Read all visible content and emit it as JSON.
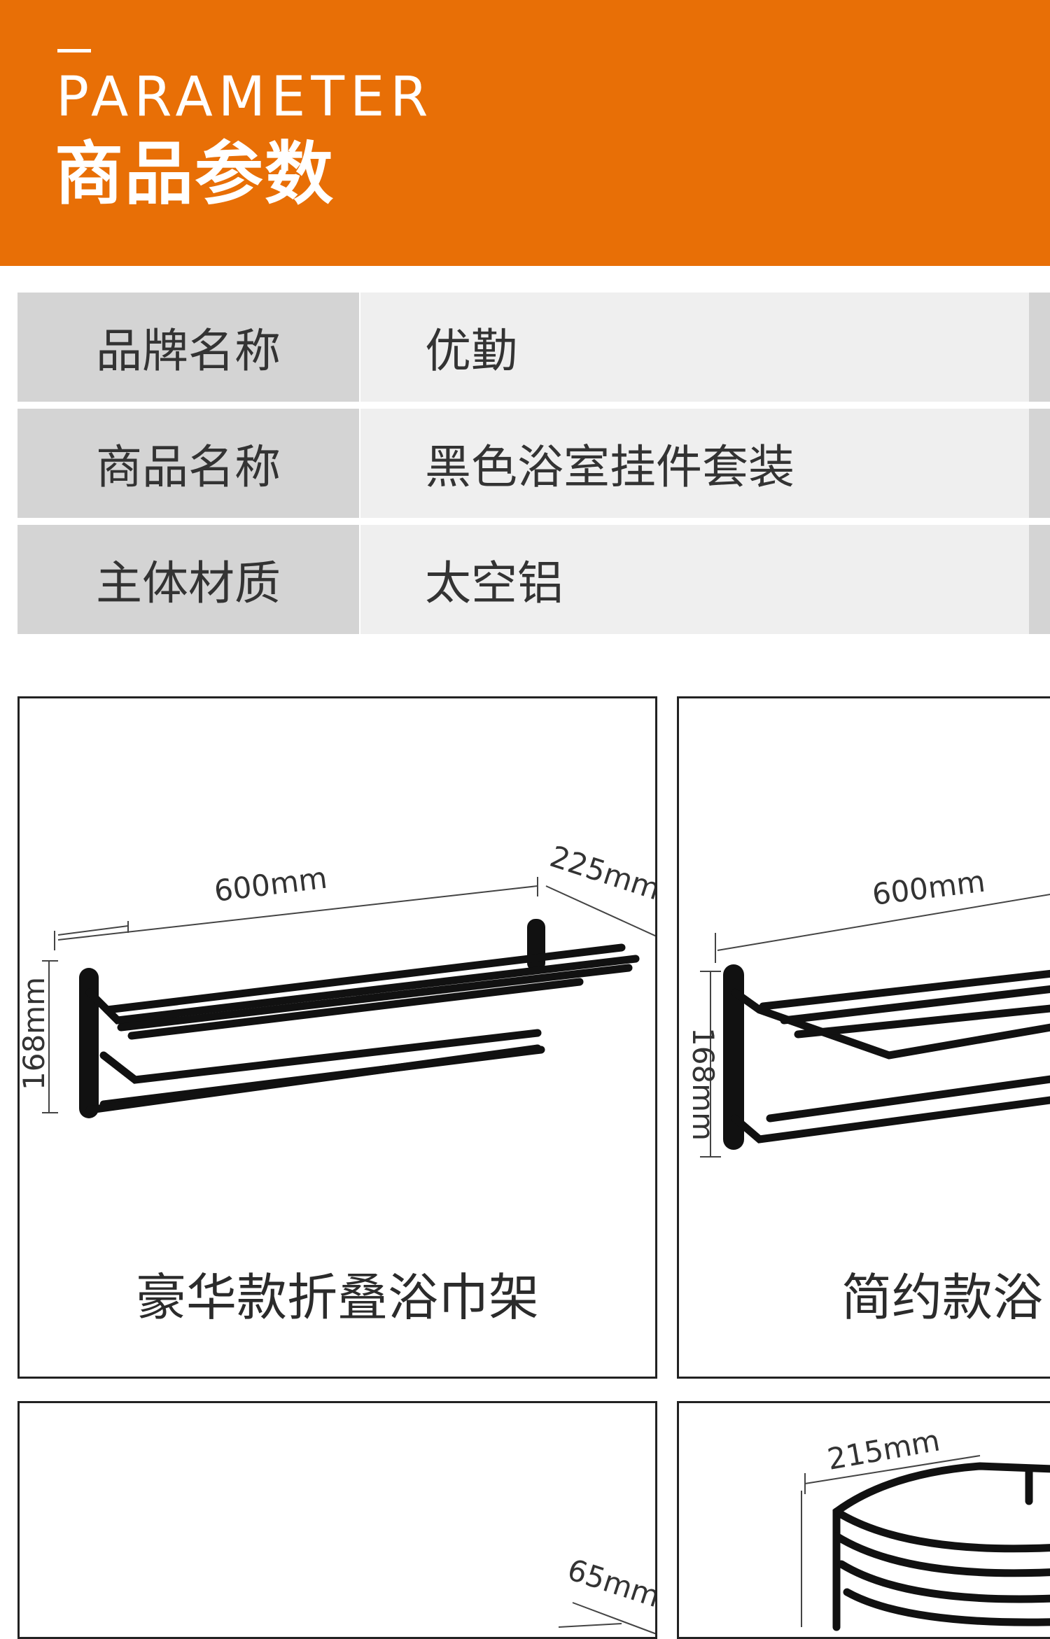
{
  "header": {
    "english_title": "PARAMETER",
    "chinese_title": "商品参数",
    "background_color": "#e86f06"
  },
  "params": [
    {
      "key": "品牌名称",
      "value": "优勤"
    },
    {
      "key": "商品名称",
      "value": "黑色浴室挂件套装"
    },
    {
      "key": "主体材质",
      "value": "太空铝"
    }
  ],
  "products": [
    {
      "label": "豪华款折叠浴巾架",
      "dim_width": "600mm",
      "dim_depth": "225mm",
      "dim_height": "168mm"
    },
    {
      "label": "简约款浴",
      "dim_width": "600mm",
      "dim_height": "168mm"
    },
    {
      "dim_depth": "65mm"
    },
    {
      "dim_width": "215mm"
    }
  ]
}
